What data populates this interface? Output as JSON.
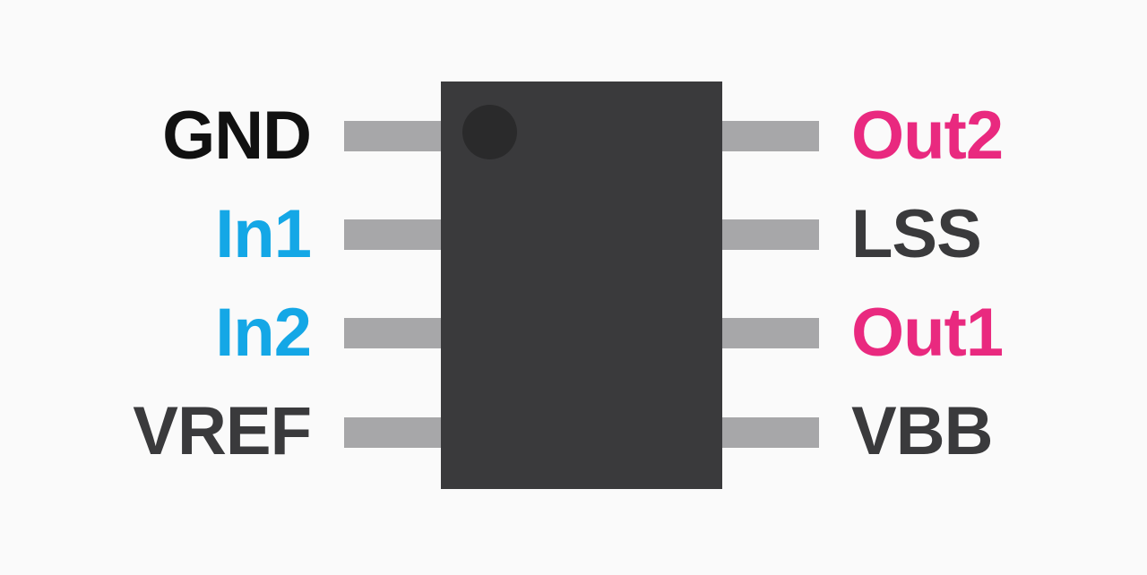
{
  "colors": {
    "background": "#fafafa",
    "chip_body": "#3a3a3c",
    "pin1_marker": "#2a2a2b",
    "pin_lead": "#a7a7a9",
    "ground_label": "#111111",
    "input_label": "#14a7e6",
    "output_label": "#e9297f",
    "power_label": "#3a3a3c"
  },
  "pins": {
    "left": [
      {
        "label": "GND",
        "color": "#111111"
      },
      {
        "label": "In1",
        "color": "#14a7e6"
      },
      {
        "label": "In2",
        "color": "#14a7e6"
      },
      {
        "label": "VREF",
        "color": "#3a3a3c"
      }
    ],
    "right": [
      {
        "label": "Out2",
        "color": "#e9297f"
      },
      {
        "label": "LSS",
        "color": "#3a3a3c"
      },
      {
        "label": "Out1",
        "color": "#e9297f"
      },
      {
        "label": "VBB",
        "color": "#3a3a3c"
      }
    ]
  }
}
